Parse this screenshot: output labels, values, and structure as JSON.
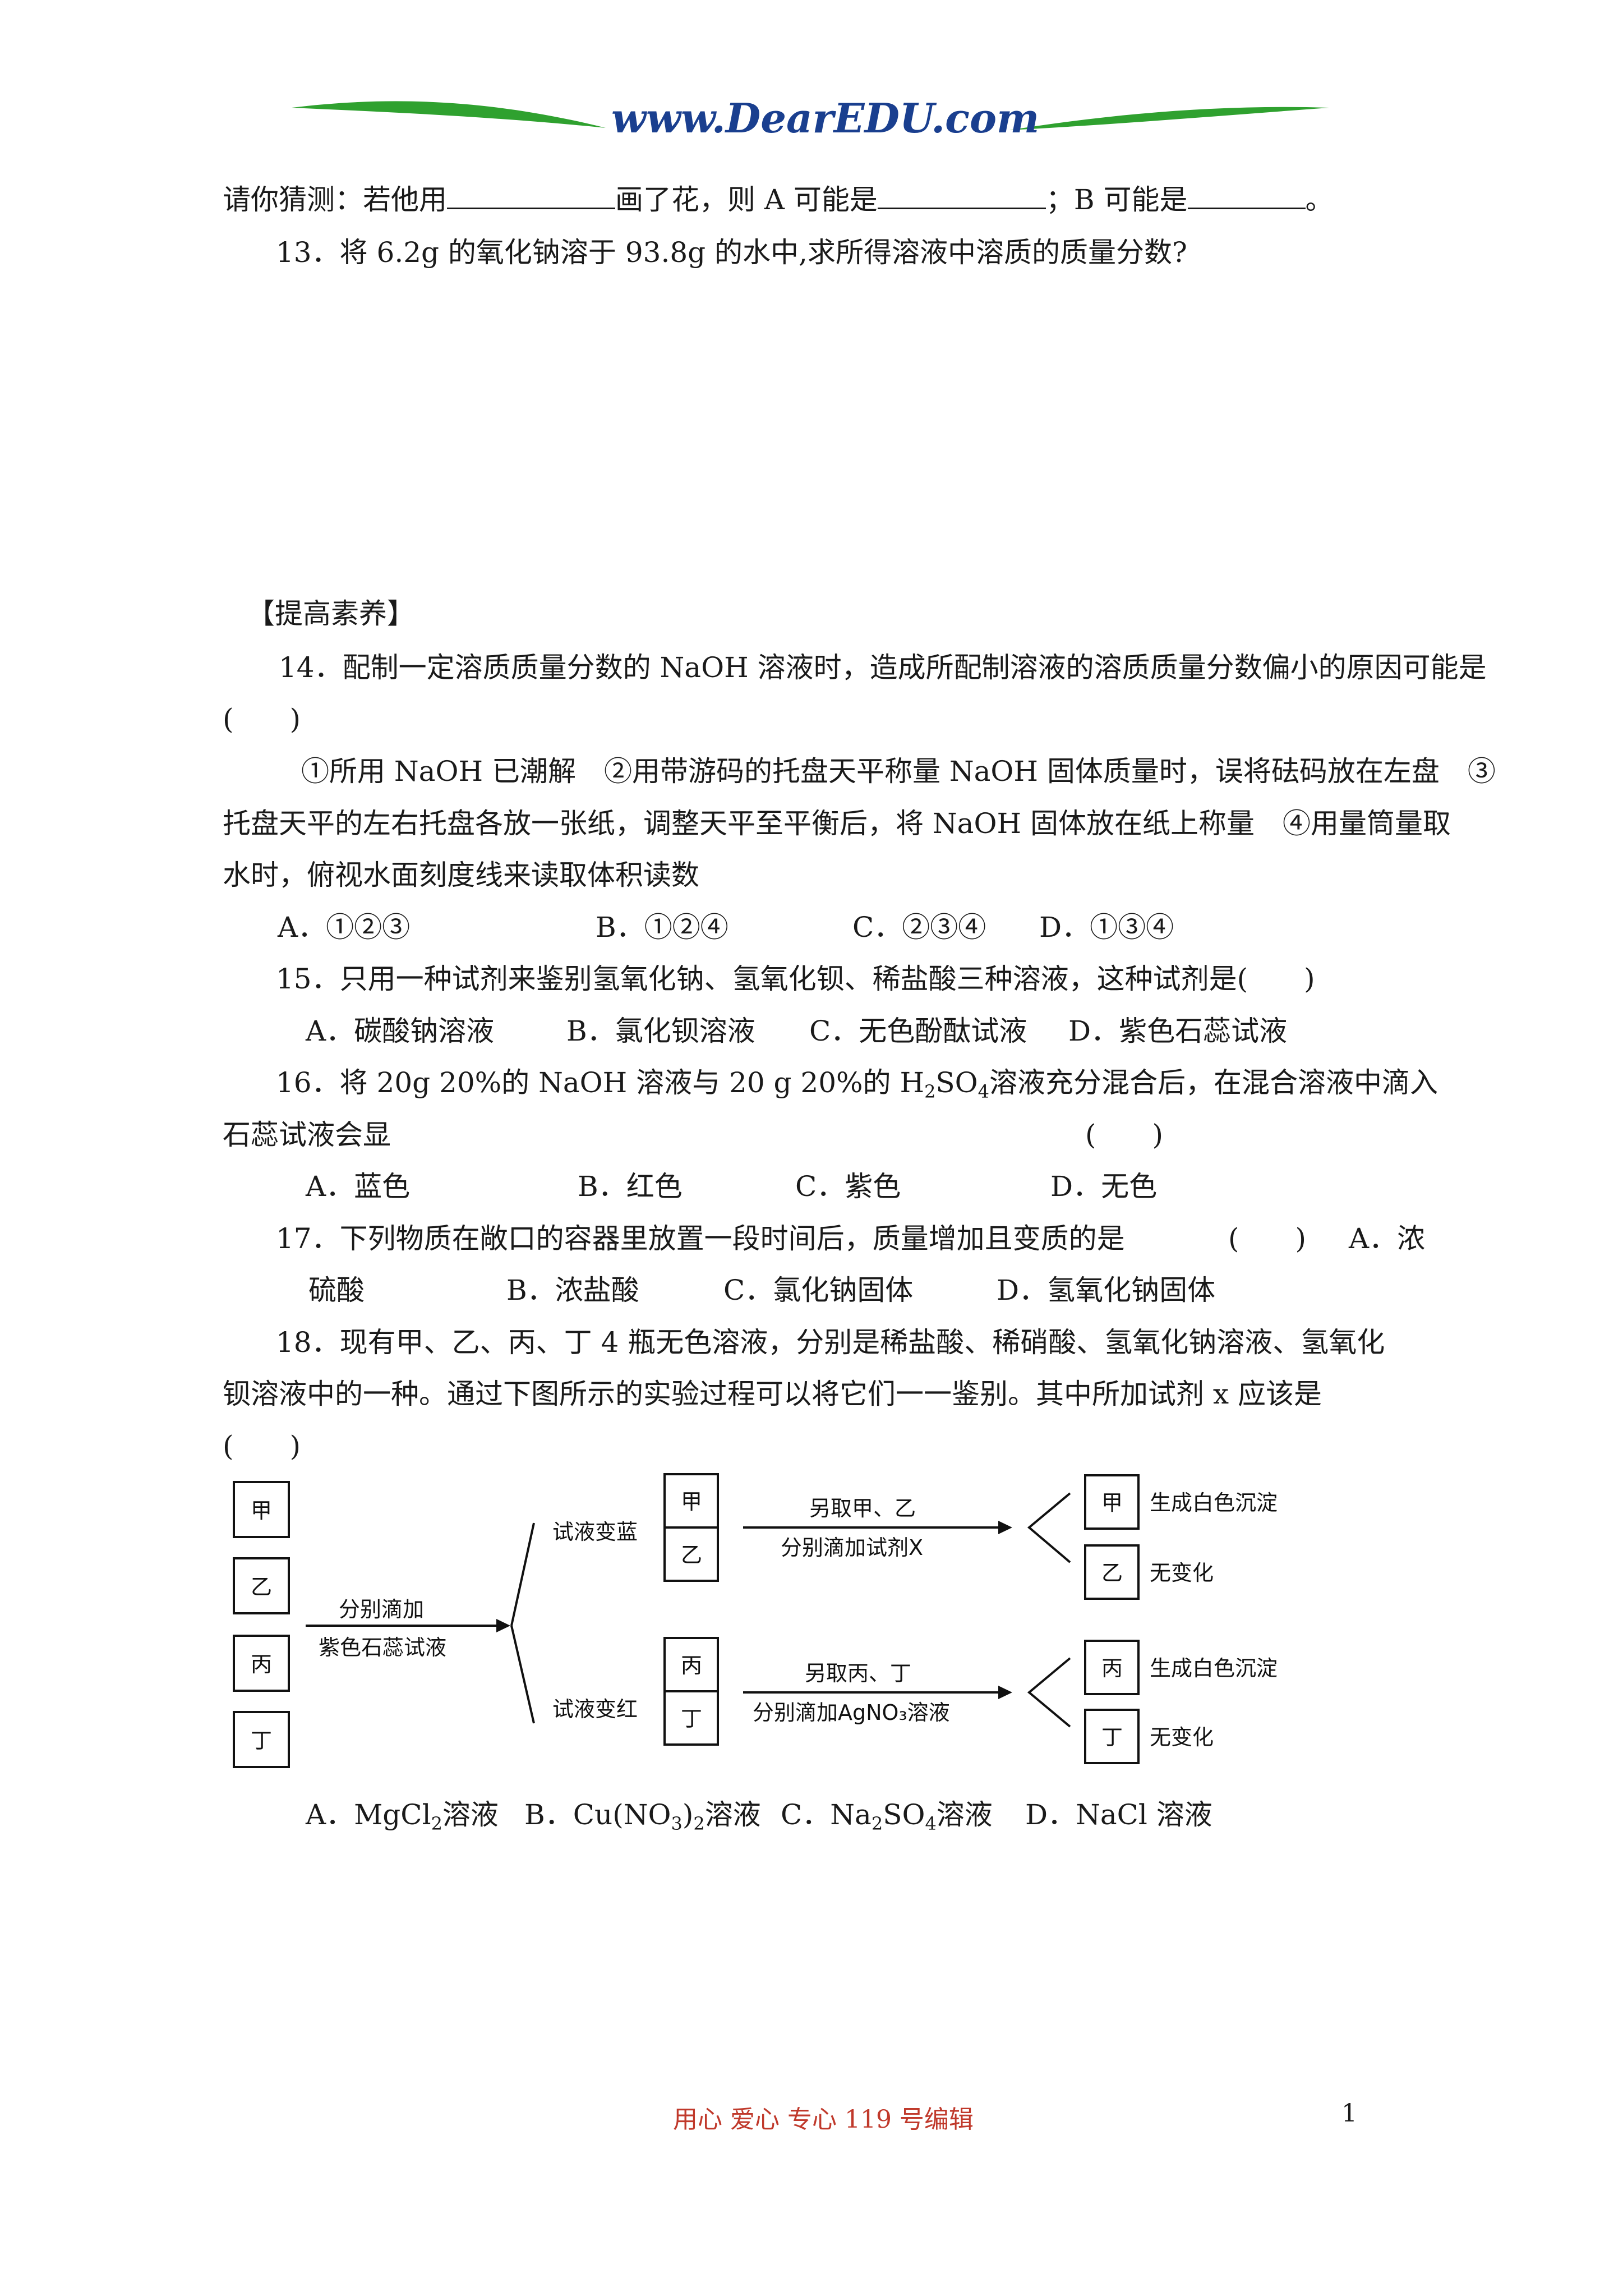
{
  "header": {
    "site": "www.DearEDU.com",
    "accent_color": "#2fa12f",
    "text_color": "#1a3f8f"
  },
  "q12_tail": {
    "text1": "请你猜测：若他用",
    "text2": "画了花，则 A 可能是",
    "text3": "；B 可能是",
    "text4": "。"
  },
  "q13": "13．将 6.2g 的氧化钠溶于 93.8g 的水中,求所得溶液中溶质的质量分数?",
  "section_title": "【提高素养】",
  "q14": {
    "stem": "14．配制一定溶质质量分数的 NaOH 溶液时，造成所配制溶液的溶质质量分数偏小的原因可能是",
    "paren": "(　　)",
    "line1": "①所用 NaOH 已潮解　②用带游码的托盘天平称量 NaOH 固体质量时，误将砝码放在左盘　③",
    "line2": "托盘天平的左右托盘各放一张纸，调整天平至平衡后，将 NaOH 固体放在纸上称量　④用量筒量取",
    "line3": "水时，俯视水面刻度线来读取体积读数",
    "options": [
      "A．①②③",
      "B．①②④",
      "C．②③④",
      "D．①③④"
    ]
  },
  "q15": {
    "stem": "15．只用一种试剂来鉴别氢氧化钠、氢氧化钡、稀盐酸三种溶液，这种试剂是(　　)",
    "options": [
      "A．碳酸钠溶液",
      "B．氯化钡溶液",
      "C．无色酚酞试液",
      "D．紫色石蕊试液"
    ]
  },
  "q16": {
    "stem_a": "16．将 20g 20%的 NaOH 溶液与 20 g 20%的 H",
    "stem_sub": "2",
    "stem_b": "SO",
    "stem_sub2": "4",
    "stem_c": "溶液充分混合后，在混合溶液中滴入",
    "line2": "石蕊试液会显",
    "paren": "(　　)",
    "options": [
      "A．蓝色",
      "B．红色",
      "C．紫色",
      "D．无色"
    ]
  },
  "q17": {
    "stem": "17．下列物质在敞口的容器里放置一段时间后，质量增加且变质的是",
    "paren": "(　　)",
    "opt_a_part": "A．浓",
    "line2_a": "硫酸",
    "options": [
      "B．浓盐酸",
      "C．氯化钠固体",
      "D．氢氧化钠固体"
    ]
  },
  "q18": {
    "line1": "18．现有甲、乙、丙、丁 4 瓶无色溶液，分别是稀盐酸、稀硝酸、氢氧化钠溶液、氢氧化",
    "line2": "钡溶液中的一种。通过下图所示的实验过程可以将它们一一鉴别。其中所加试剂 x 应该是",
    "paren": "(　　)",
    "options": [
      {
        "a": "A．MgCl",
        "s": "2",
        "b": "溶液"
      },
      {
        "a": "B．Cu(NO",
        "s": "3",
        "b": ")",
        "s2": "2",
        "c": "溶液"
      },
      {
        "a": "C．Na",
        "s": "2",
        "b": "SO",
        "s2": "4",
        "c": "溶液"
      },
      {
        "a": "D．NaCl 溶液"
      }
    ]
  },
  "diagram": {
    "boxes_left": [
      "甲",
      "乙",
      "丙",
      "丁"
    ],
    "step1_top": "分别滴加",
    "step1_bottom": "紫色石蕊试液",
    "branch_up": "试液变蓝",
    "branch_down": "试液变红",
    "mid_up": [
      "甲",
      "乙"
    ],
    "mid_down": [
      "丙",
      "丁"
    ],
    "step2_up_top": "另取甲、乙",
    "step2_up_bottom": "分别滴加试剂X",
    "step2_down_top": "另取丙、丁",
    "step2_down_bottom": "分别滴加AgNO₃溶液",
    "result_up": [
      {
        "box": "甲",
        "text": "生成白色沉淀"
      },
      {
        "box": "乙",
        "text": "无变化"
      }
    ],
    "result_down": [
      {
        "box": "丙",
        "text": "生成白色沉淀"
      },
      {
        "box": "丁",
        "text": "无变化"
      }
    ]
  },
  "footer": {
    "center": "用心  爱心  专心   119 号编辑",
    "page": "1",
    "center_color": "#c0392b"
  }
}
